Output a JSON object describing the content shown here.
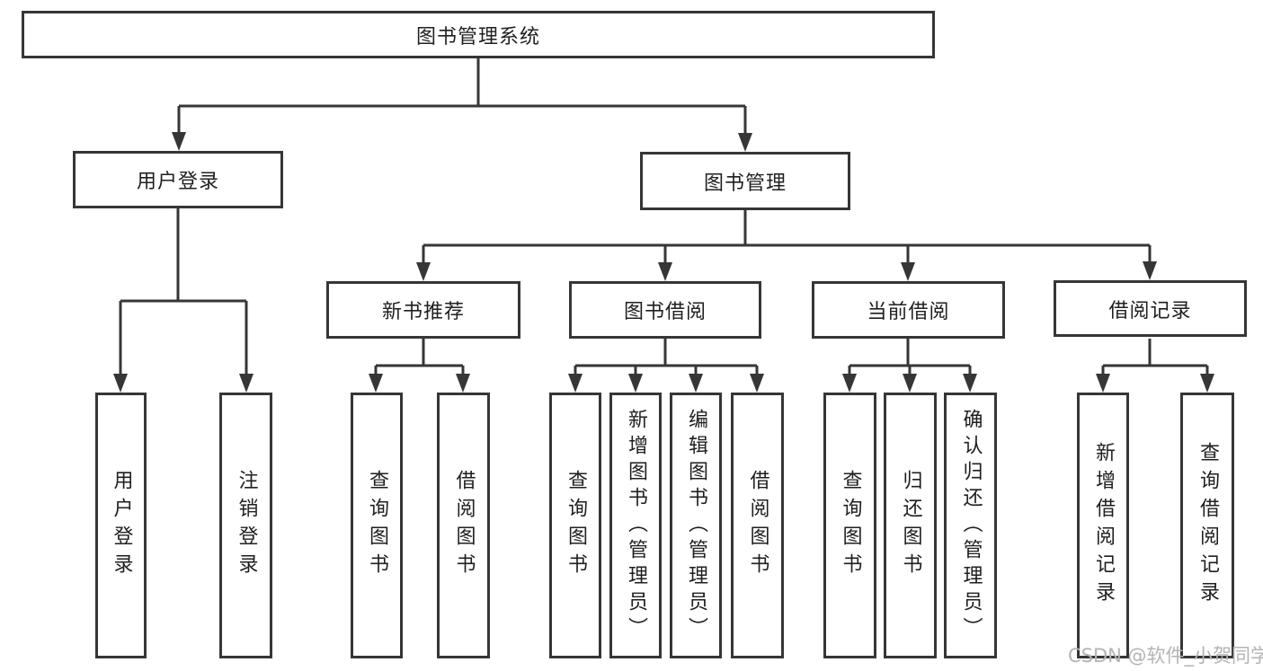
{
  "title": "图书管理系统",
  "colors": {
    "line": "#363636",
    "box_border": "#363636",
    "text": "#1f1f1f",
    "background": "#ffffff",
    "watermark": "#b5b3b3"
  },
  "tree": {
    "root": {
      "label": "图书管理系统",
      "children": [
        {
          "label": "用户登录",
          "children": [
            {
              "label": "用户登录"
            },
            {
              "label": "注销登录"
            }
          ]
        },
        {
          "label": "图书管理",
          "children": [
            {
              "label": "新书推荐",
              "children": [
                {
                  "label": "查询图书"
                },
                {
                  "label": "借阅图书"
                }
              ]
            },
            {
              "label": "图书借阅",
              "children": [
                {
                  "label": "查询图书"
                },
                {
                  "label": "新增图书（管理员）"
                },
                {
                  "label": "编辑图书（管理员）"
                },
                {
                  "label": "借阅图书"
                }
              ]
            },
            {
              "label": "当前借阅",
              "children": [
                {
                  "label": "查询图书"
                },
                {
                  "label": "归还图书"
                },
                {
                  "label": "确认归还（管理员）"
                }
              ]
            },
            {
              "label": "借阅记录",
              "children": [
                {
                  "label": "新增借阅记录"
                },
                {
                  "label": "查询借阅记录"
                }
              ]
            }
          ]
        }
      ]
    }
  },
  "watermark": {
    "text": "CSDN @软件_小贺同学"
  }
}
